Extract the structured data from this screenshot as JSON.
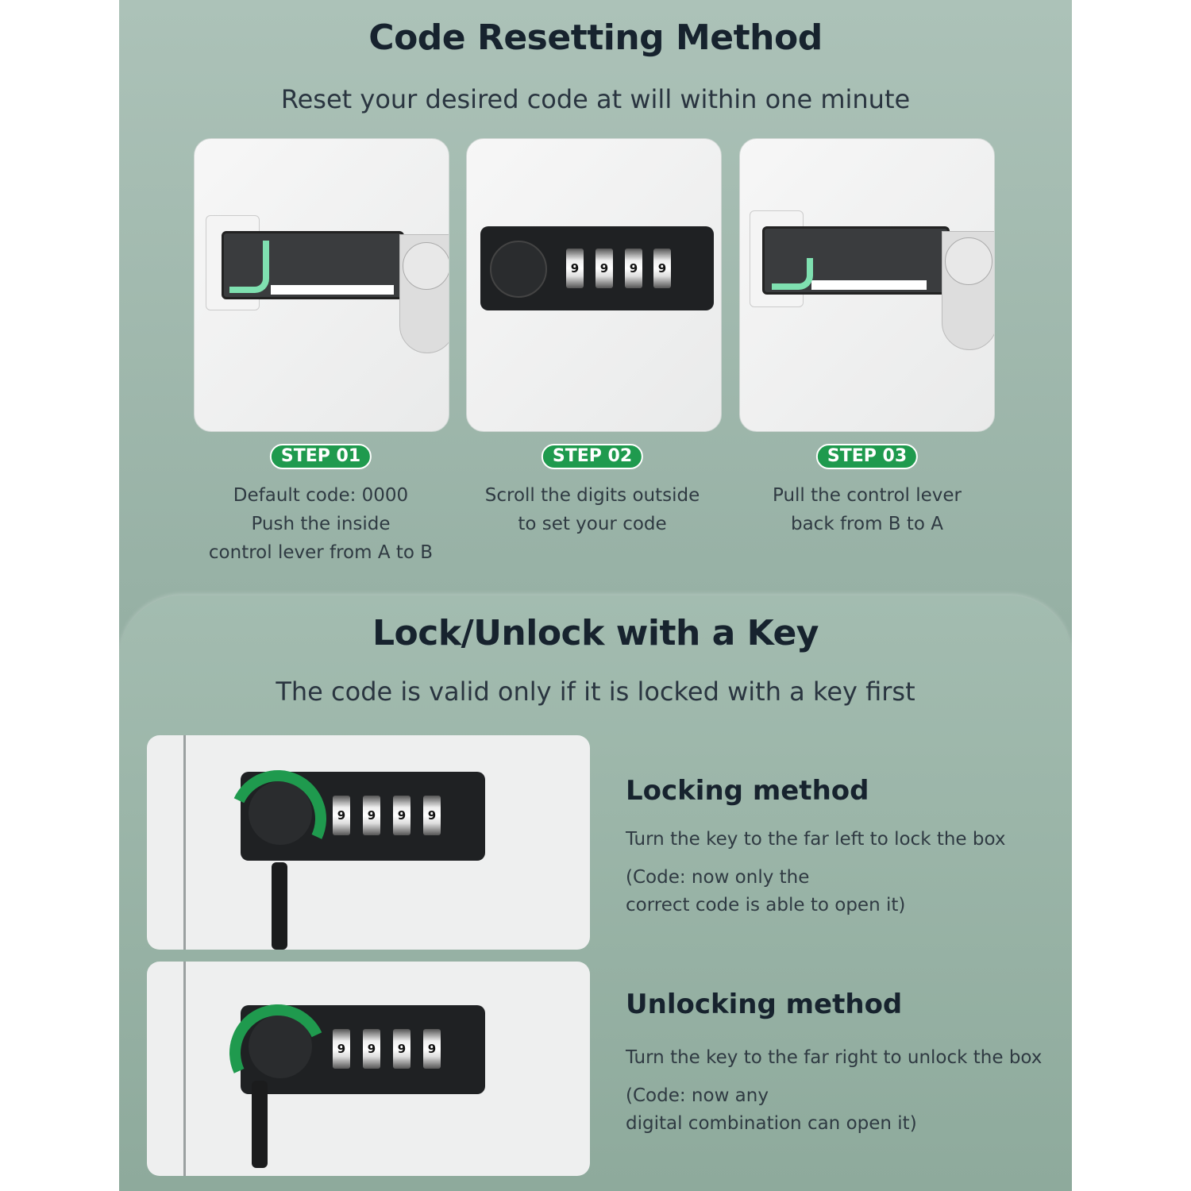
{
  "section1": {
    "title": "Code Resetting Method",
    "subtitle": "Reset your desired code at will within one minute",
    "steps": [
      {
        "badge": "STEP 01",
        "lines": [
          "Default code: 0000",
          "Push the inside",
          "control lever from A to B"
        ]
      },
      {
        "badge": "STEP 02",
        "lines": [
          "Scroll the digits outside",
          "to set your code"
        ]
      },
      {
        "badge": "STEP 03",
        "lines": [
          "Pull the control lever",
          "back from B to A"
        ]
      }
    ]
  },
  "section2": {
    "title": "Lock/Unlock with a Key",
    "subtitle": "The code is valid only if it is locked with a key first",
    "locking": {
      "title": "Locking method",
      "text": "Turn the key to the far left to lock the box",
      "note": [
        "(Code: now only the",
        "correct code is able to open it)"
      ]
    },
    "unlocking": {
      "title": "Unlocking method",
      "text": "Turn the key to the far right to unlock the box",
      "note": [
        "(Code: now any",
        "digital combination can open it)"
      ]
    }
  },
  "dial_digit": "9",
  "colors": {
    "accent": "#1f9a4e",
    "arrow": "#7fe0b0",
    "heading": "#17232e"
  }
}
